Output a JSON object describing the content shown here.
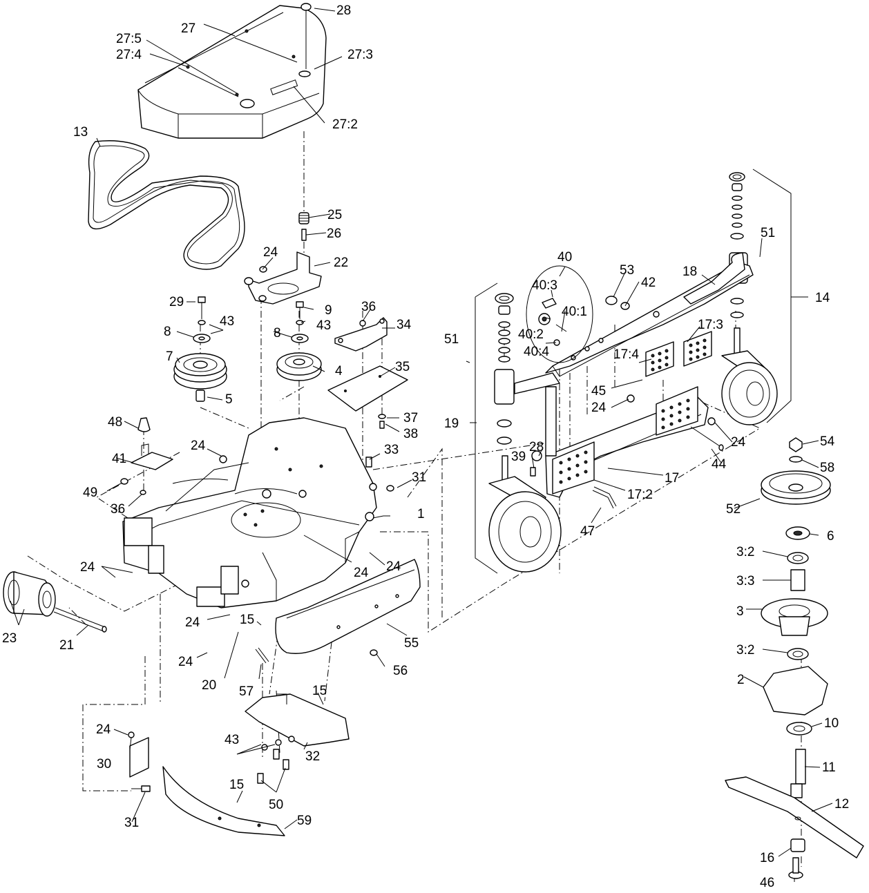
{
  "labels": {
    "l1": "1",
    "l2": "2",
    "l3": "3",
    "l3_2a": "3:2",
    "l3_3": "3:3",
    "l3_2b": "3:2",
    "l4": "4",
    "l5": "5",
    "l6": "6",
    "l7": "7",
    "l8a": "8",
    "l8b": "8",
    "l9": "9",
    "l10": "10",
    "l11": "11",
    "l12": "12",
    "l13": "13",
    "l14": "14",
    "l15a": "15",
    "l15b": "15",
    "l15c": "15",
    "l16": "16",
    "l17": "17",
    "l17_2": "17:2",
    "l17_3": "17:3",
    "l17_4": "17:4",
    "l18": "18",
    "l19": "19",
    "l20": "20",
    "l21": "21",
    "l22": "22",
    "l23": "23",
    "l24a": "24",
    "l24b": "24",
    "l24c": "24",
    "l24d": "24",
    "l24e": "24",
    "l24f": "24",
    "l24g": "24",
    "l24h": "24",
    "l24i": "24",
    "l24j": "24",
    "l25": "25",
    "l26": "26",
    "l27": "27",
    "l27_2": "27:2",
    "l27_3": "27:3",
    "l27_4": "27:4",
    "l27_5": "27:5",
    "l28a": "28",
    "l28b": "28",
    "l29": "29",
    "l30": "30",
    "l31a": "31",
    "l31b": "31",
    "l32": "32",
    "l33": "33",
    "l34": "34",
    "l35": "35",
    "l36a": "36",
    "l36b": "36",
    "l37": "37",
    "l38": "38",
    "l39": "39",
    "l40": "40",
    "l40_1": "40:1",
    "l40_2": "40:2",
    "l40_3": "40:3",
    "l40_4": "40:4",
    "l41": "41",
    "l42": "42",
    "l43a": "43",
    "l43b": "43",
    "l43c": "43",
    "l44": "44",
    "l45": "45",
    "l46": "46",
    "l47": "47",
    "l48": "48",
    "l49": "49",
    "l50": "50",
    "l51a": "51",
    "l51b": "51",
    "l52": "52",
    "l53": "53",
    "l54": "54",
    "l55": "55",
    "l56": "56",
    "l57": "57",
    "l58": "58",
    "l59": "59"
  }
}
